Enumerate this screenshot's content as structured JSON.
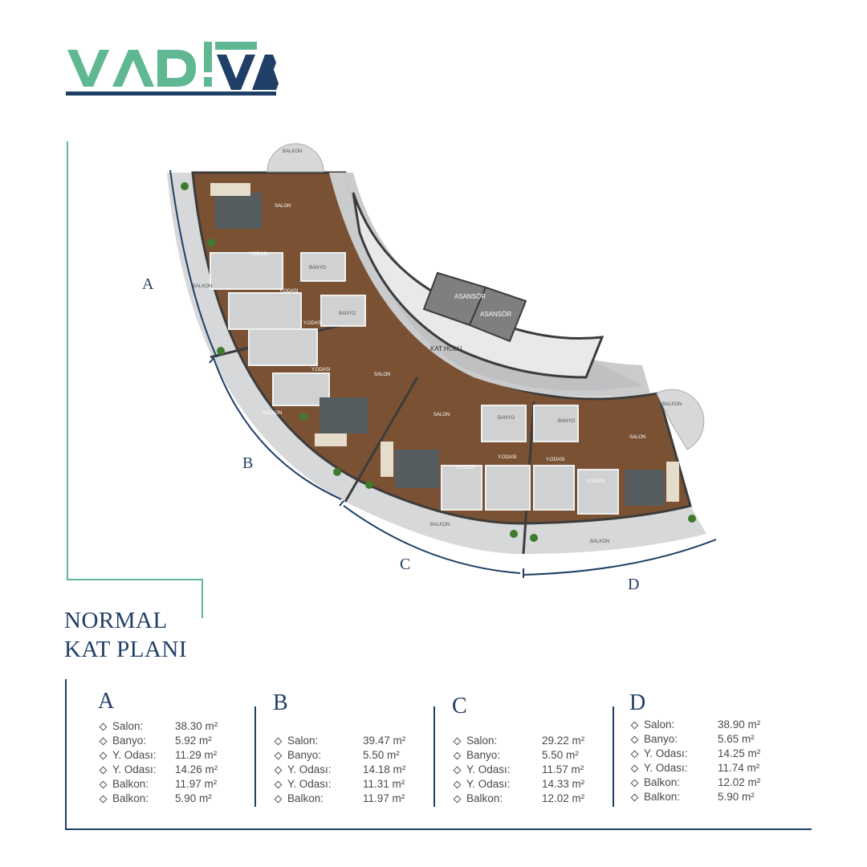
{
  "brand": {
    "logo_text": "VADİVA",
    "color_green": "#5fb891",
    "color_navy": "#1f3f66"
  },
  "title": {
    "line1": "NORMAL",
    "line2": "KAT PLANI"
  },
  "plan": {
    "section_labels": [
      "A",
      "B",
      "C",
      "D"
    ],
    "rooms": [
      {
        "name": "BALKON",
        "area": "5.90 m2"
      },
      {
        "name": "SALON",
        "area": "38.30 m2"
      },
      {
        "name": "Y.ODASI",
        "area": "11.29 m2"
      },
      {
        "name": "Y.ODASI",
        "area": "14.26 m2"
      },
      {
        "name": "BANYO",
        "area": "5.92 m2"
      },
      {
        "name": "BANYO",
        "area": "5.50 m2"
      },
      {
        "name": "BALKON",
        "area": "11.97 m2"
      },
      {
        "name": "Y.ODASI",
        "area": "14.18 m2"
      },
      {
        "name": "Y.ODASI",
        "area": "11.31 m2"
      },
      {
        "name": "SALON",
        "area": "39.47 m2"
      },
      {
        "name": "BALKON",
        "area": "11.97 m2"
      },
      {
        "name": "ASANSÖR",
        "area": ""
      },
      {
        "name": "ASANSÖR",
        "area": ""
      },
      {
        "name": "KAT HOLU",
        "area": ""
      },
      {
        "name": "SALON",
        "area": "29.22 m2"
      },
      {
        "name": "BANYO",
        "area": "5.50 m2"
      },
      {
        "name": "BANYO",
        "area": "5.65 m2"
      },
      {
        "name": "Y.ODASI",
        "area": "11.57 m2"
      },
      {
        "name": "Y.ODASI",
        "area": "14.33 m2"
      },
      {
        "name": "Y.ODASI",
        "area": "14.25 m2"
      },
      {
        "name": "Y.ODASI",
        "area": "11.74 m2"
      },
      {
        "name": "SALON",
        "area": "38.90 m2"
      },
      {
        "name": "BALKON",
        "area": "5.90 m2"
      },
      {
        "name": "BALKON",
        "area": "12.02 m2"
      },
      {
        "name": "BALKON",
        "area": "12.02 m2"
      }
    ]
  },
  "units": [
    {
      "letter": "A",
      "rows": [
        {
          "label": "Salon:",
          "value": "38.30 m²"
        },
        {
          "label": "Banyo:",
          "value": "5.92 m²"
        },
        {
          "label": "Y. Odası:",
          "value": "11.29 m²"
        },
        {
          "label": "Y. Odası:",
          "value": "14.26 m²"
        },
        {
          "label": "Balkon:",
          "value": "11.97 m²"
        },
        {
          "label": "Balkon:",
          "value": "5.90 m²"
        }
      ]
    },
    {
      "letter": "B",
      "rows": [
        {
          "label": "Salon:",
          "value": "39.47 m²"
        },
        {
          "label": "Banyo:",
          "value": "5.50 m²"
        },
        {
          "label": "Y. Odası:",
          "value": "14.18 m²"
        },
        {
          "label": "Y. Odası:",
          "value": "11.31 m²"
        },
        {
          "label": "Balkon:",
          "value": "11.97 m²"
        }
      ]
    },
    {
      "letter": "C",
      "rows": [
        {
          "label": "Salon:",
          "value": "29.22 m²"
        },
        {
          "label": "Banyo:",
          "value": "5.50 m²"
        },
        {
          "label": "Y. Odası:",
          "value": "11.57 m²"
        },
        {
          "label": "Y. Odası:",
          "value": "14.33 m²"
        },
        {
          "label": "Balkon:",
          "value": "12.02 m²"
        }
      ]
    },
    {
      "letter": "D",
      "rows": [
        {
          "label": "Salon:",
          "value": "38.90 m²"
        },
        {
          "label": "Banyo:",
          "value": "5.65 m²"
        },
        {
          "label": "Y. Odası:",
          "value": "14.25 m²"
        },
        {
          "label": "Y. Odası:",
          "value": "11.74 m²"
        },
        {
          "label": "Balkon:",
          "value": "12.02 m²"
        },
        {
          "label": "Balkon:",
          "value": "5.90 m²"
        }
      ]
    }
  ]
}
